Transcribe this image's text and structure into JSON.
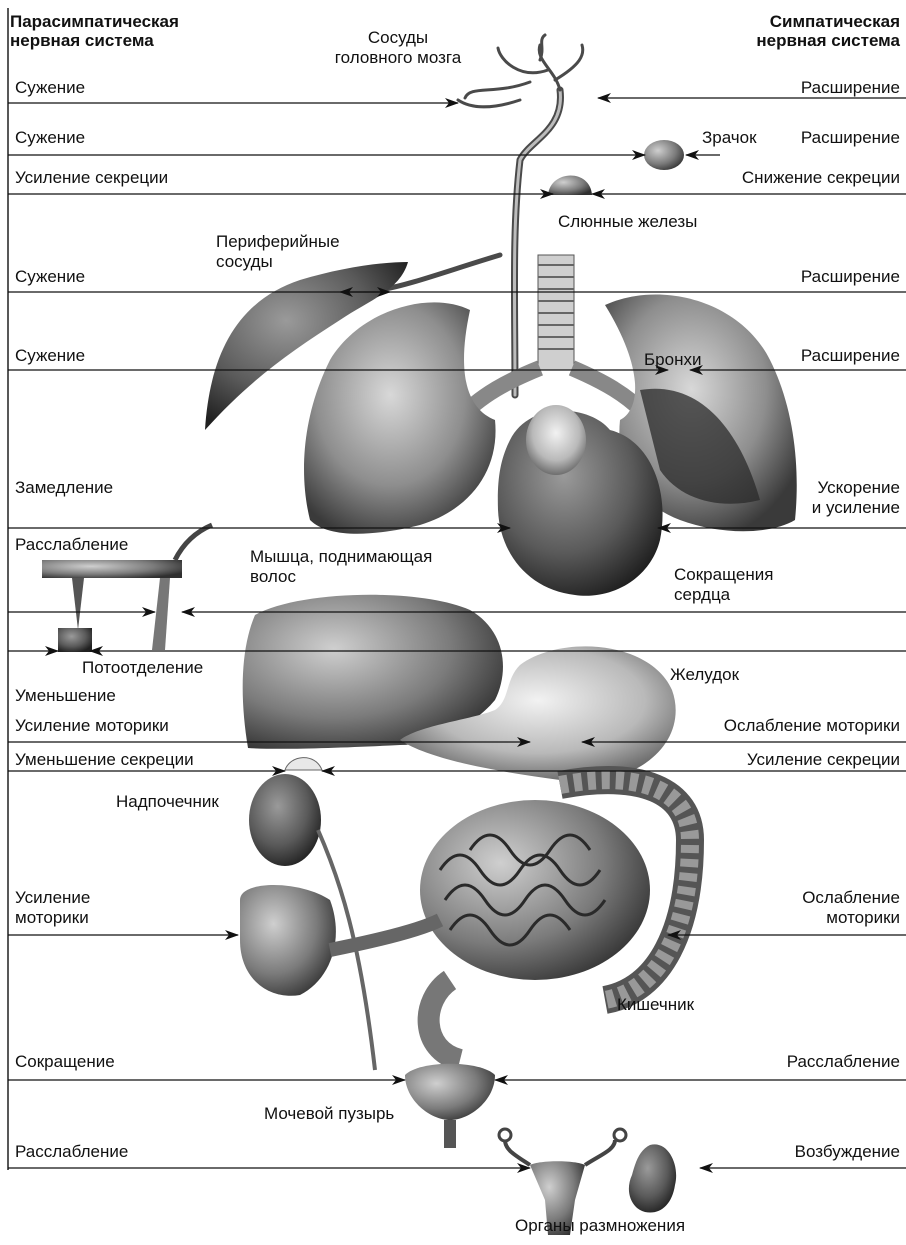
{
  "headers": {
    "parasympathetic": "Парасимпатическая\nнервная система",
    "sympathetic": "Симпатическая\nнервная система"
  },
  "rows": [
    {
      "id": "brain-vessels",
      "left": "Сужение",
      "right": "Расширение",
      "organ": "Сосуды\nголовного мозга"
    },
    {
      "id": "pupil",
      "left": "Сужение",
      "right": "Расширение",
      "organ": "Зрачок"
    },
    {
      "id": "salivary",
      "left": "Усиление секреции",
      "right": "Снижение секреции",
      "organ": "Слюнные железы"
    },
    {
      "id": "peripheral-vessels",
      "left": "Сужение",
      "right": "Расширение",
      "organ": "Периферийные\nсосуды"
    },
    {
      "id": "bronchi",
      "left": "Сужение",
      "right": "Расширение",
      "organ": "Бронхи"
    },
    {
      "id": "heart",
      "left": "Замедление",
      "right": "Ускорение\nи усиление",
      "organ": "Сокращения\nсердца"
    },
    {
      "id": "hair-muscle",
      "left": "Расслабление",
      "right": "",
      "organ": "Мышца, поднимающая\nволос"
    },
    {
      "id": "sweat",
      "left": "Уменьшение",
      "right": "",
      "organ": "Потоотделение"
    },
    {
      "id": "stomach-motility",
      "left": "Усиление моторики",
      "right": "Ослабление моторики",
      "organ": "Желудок"
    },
    {
      "id": "adrenal",
      "left": "Уменьшение секреции",
      "right": "Усиление секреции",
      "organ": "Надпочечник"
    },
    {
      "id": "intestine",
      "left": "Усиление\nмоторики",
      "right": "Ослабление\nмоторики",
      "organ": "Кишечник"
    },
    {
      "id": "bladder",
      "left": "Сокращение",
      "right": "Расслабление",
      "organ": "Мочевой пузырь"
    },
    {
      "id": "reproductive",
      "left": "Расслабление",
      "right": "Возбуждение",
      "organ": "Органы размножения"
    }
  ]
}
